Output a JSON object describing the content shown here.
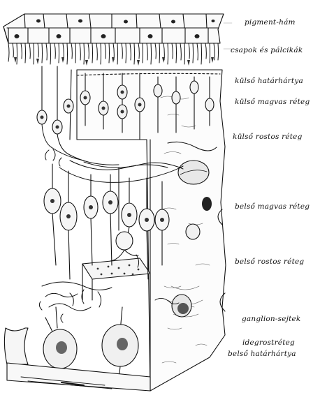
{
  "labels": [
    "pigment-hám",
    "csapok és pálcikák",
    "külső határhártya",
    "külső magvas réteg",
    "külső rostos réteg",
    "belső magvas réteg",
    "belső rostos réteg",
    "ganglion-sejtek",
    "idegrostréteg",
    "belső határhártya"
  ],
  "colors": {
    "ink": "#111111",
    "paper": "#ffffff"
  }
}
